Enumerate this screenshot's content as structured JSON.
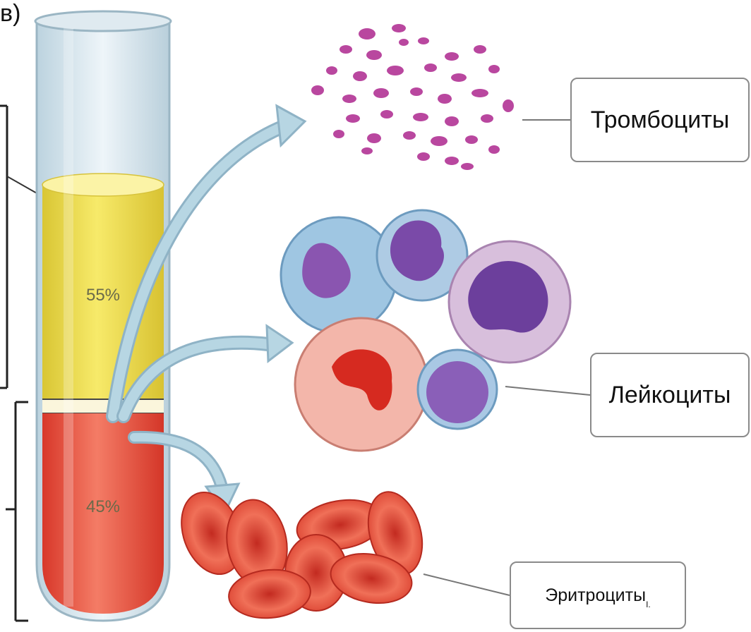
{
  "corner_letter": "в)",
  "tube": {
    "plasma_percent_label": "55%",
    "cells_percent_label": "45%",
    "plasma_fraction": 0.55,
    "cells_fraction": 0.45
  },
  "labels": {
    "platelets": "Тромбоциты",
    "leukocytes": "Лейкоциты",
    "erythrocytes": "Эритроциты",
    "erythrocytes_suffix": "I."
  },
  "colors": {
    "plasma": "#f2e04a",
    "cells": "#e8432e",
    "arrow": "#a8cbdc",
    "platelet": "#b9479f",
    "red_cell": "#e2412f"
  }
}
